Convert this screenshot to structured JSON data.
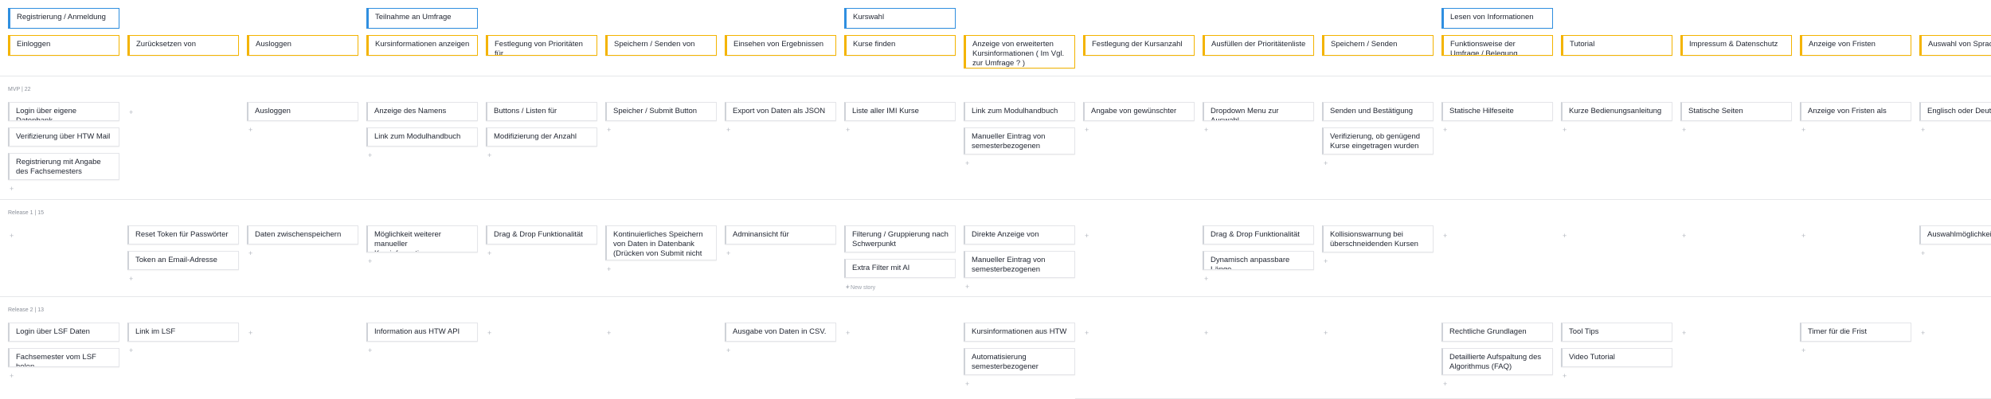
{
  "epics": [
    {
      "label": "Registrierung / Anmeldung"
    },
    {
      "label": "Teilnahme an Umfrage"
    },
    {
      "label": "Kurswahl"
    },
    {
      "label": "Lesen von Informationen"
    }
  ],
  "activities": [
    {
      "label": "Einloggen"
    },
    {
      "label": "Zurücksetzen von"
    },
    {
      "label": "Ausloggen"
    },
    {
      "label": "Kursinformationen anzeigen"
    },
    {
      "label": "Festlegung von Prioritäten für"
    },
    {
      "label": "Speichern / Senden von"
    },
    {
      "label": "Einsehen von Ergebnissen"
    },
    {
      "label": "Kurse finden"
    },
    {
      "label": "Anzeige von erweiterten Kursinformationen ( Im Vgl. zur Umfrage ? )"
    },
    {
      "label": "Festlegung der Kursanzahl"
    },
    {
      "label": "Ausfüllen der Prioritätenliste"
    },
    {
      "label": "Speichern / Senden"
    },
    {
      "label": "Funktionsweise der Umfrage / Belegung"
    },
    {
      "label": "Tutorial"
    },
    {
      "label": "Impressum & Datenschutz"
    },
    {
      "label": "Anzeige von Fristen"
    },
    {
      "label": "Auswahl von Sprache"
    }
  ],
  "releases": [
    {
      "name": "MVP",
      "count": "22",
      "columns": [
        [
          "Login über eigene Datenbank",
          "Verifizierung über HTW Mail",
          "Registrierung mit Angabe des Fachsemesters"
        ],
        [],
        [
          "Ausloggen"
        ],
        [
          "Anzeige des Namens",
          "Link zum Modulhandbuch"
        ],
        [
          "Buttons / Listen für",
          "Modifizierung der Anzahl"
        ],
        [
          "Speicher / Submit Button"
        ],
        [
          "Export von Daten als JSON"
        ],
        [
          "Liste aller IMI Kurse"
        ],
        [
          "Link zum Modulhandbuch",
          "Manueller Eintrag von semesterbezogenen"
        ],
        [
          "Angabe von gewünschter"
        ],
        [
          "Dropdown Menu zur Auswahl"
        ],
        [
          "Senden und Bestätigung",
          "Verifizierung, ob genügend Kurse eingetragen wurden"
        ],
        [
          "Statische Hilfeseite"
        ],
        [
          "Kurze Bedienungsanleitung"
        ],
        [
          "Statische Seiten"
        ],
        [
          "Anzeige von Fristen als"
        ],
        [
          "Englisch oder Deutsch"
        ]
      ]
    },
    {
      "name": "Release 1",
      "count": "15",
      "columns": [
        [],
        [
          "Reset Token für Passwörter",
          "Token an Email-Adresse"
        ],
        [
          "Daten zwischenspeichern"
        ],
        [
          "Möglichkeit weiterer manueller Kursinformationen"
        ],
        [
          "Drag & Drop Funktionalität"
        ],
        [
          "Kontinuierliches Speichern von Daten in Datenbank (Drücken von Submit nicht"
        ],
        [
          "Adminansicht für"
        ],
        [
          "Filterung / Gruppierung nach Schwerpunkt",
          "Extra Filter mit AI"
        ],
        [
          "Direkte Anzeige von",
          "Manueller Eintrag von semesterbezogenen"
        ],
        [],
        [
          "Drag & Drop Funktionalität",
          "Dynamisch anpassbare Länge"
        ],
        [
          "Kollisionswarnung bei überschneidenden Kursen"
        ],
        [],
        [],
        [],
        [],
        [
          "Auswahlmöglichkeit UI"
        ]
      ]
    },
    {
      "name": "Release 2",
      "count": "13",
      "columns": [
        [
          "Login über LSF Daten",
          "Fachsemester vom LSF holen"
        ],
        [
          "Link im LSF"
        ],
        [],
        [
          "Information aus HTW API"
        ],
        [],
        [],
        [
          "Ausgabe von Daten in CSV."
        ],
        [],
        [
          "Kursinformationen aus HTW",
          "Automatisierung semesterbezogener"
        ],
        [],
        [],
        [],
        [
          "Rechtliche Grundlagen",
          "Detaillierte Aufspaltung des Algorithmus (FAQ)"
        ],
        [
          "Tool Tips",
          "Video Tutorial"
        ],
        [],
        [
          "Timer für die Frist"
        ],
        []
      ]
    }
  ],
  "new_story_label": "+ New story",
  "colors": {
    "epic": "#2f8fe0",
    "activity": "#f4b400"
  }
}
